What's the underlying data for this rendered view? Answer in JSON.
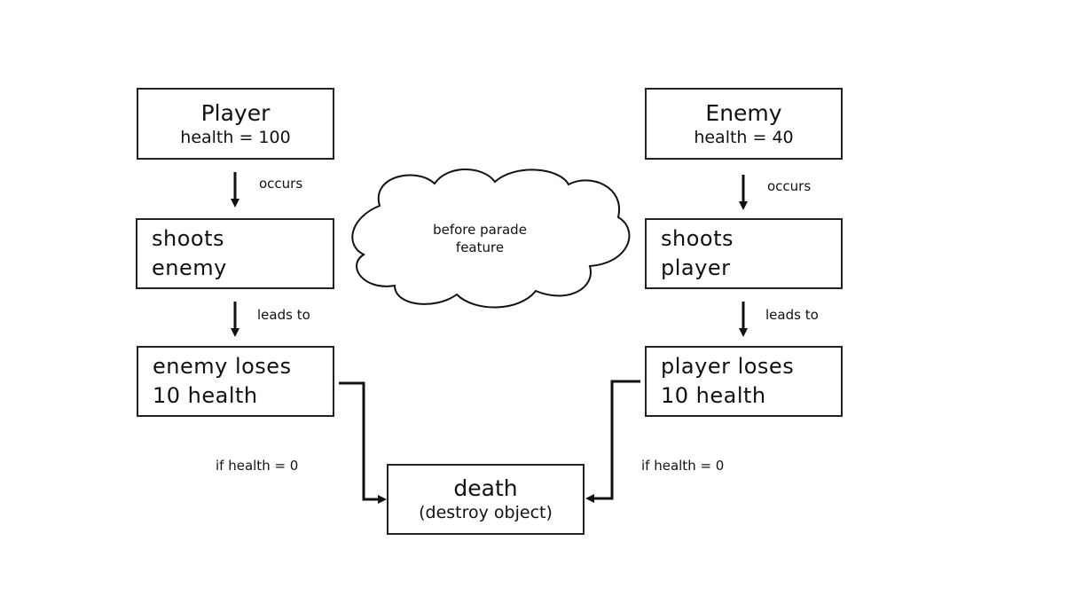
{
  "player": {
    "name": "Player",
    "health": "health = 100",
    "action_line1": "shoots",
    "action_line2": "enemy",
    "result_line1": "enemy loses",
    "result_line2": "10 health"
  },
  "enemy": {
    "name": "Enemy",
    "health": "health = 40",
    "action_line1": "shoots",
    "action_line2": "player",
    "result_line1": "player loses",
    "result_line2": "10 health"
  },
  "edges": {
    "occurs": "occurs",
    "leads_to": "leads to",
    "condition": "if health = 0"
  },
  "death": {
    "title": "death",
    "subtitle": "(destroy object)"
  },
  "cloud": {
    "line1": "before parade",
    "line2": "feature"
  }
}
